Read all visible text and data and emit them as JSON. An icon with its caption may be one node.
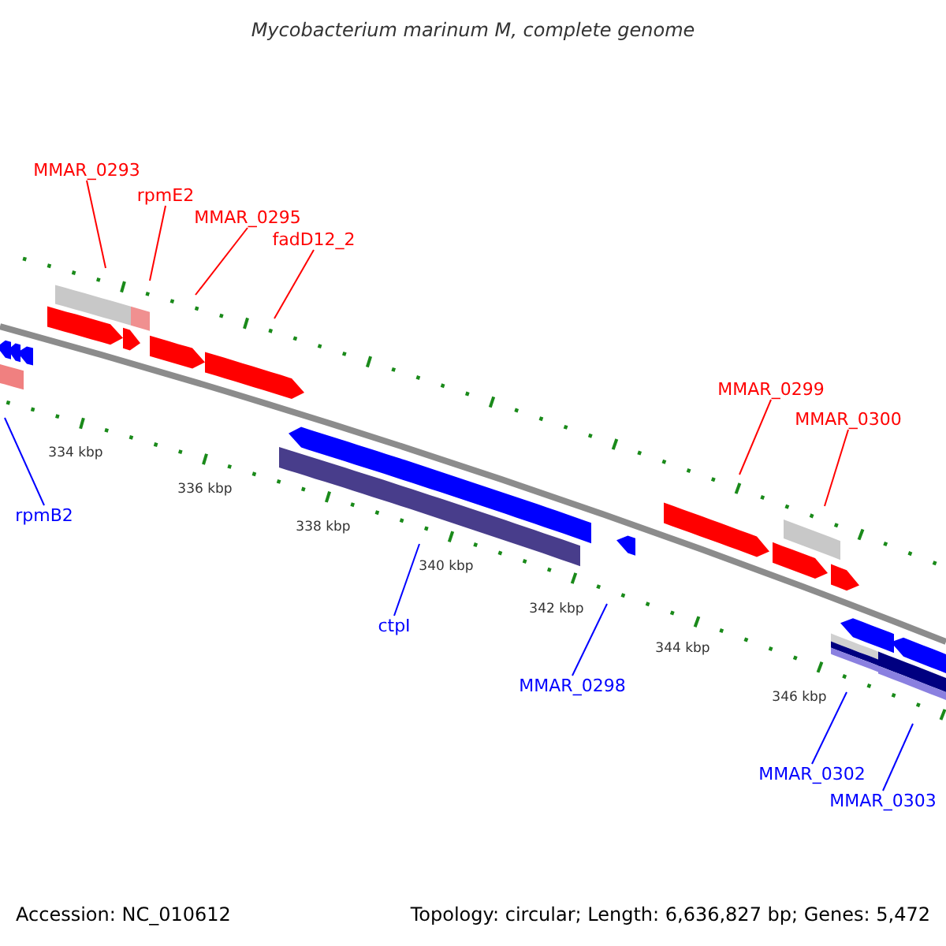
{
  "diagram": {
    "title": "Mycobacterium marinum M, complete genome",
    "nodes": [
      {
        "text": [
          "MMAR_0293"
        ]
      },
      {
        "text": [
          "rpmE2"
        ]
      },
      {
        "text": [
          "MMAR_0295"
        ]
      },
      {
        "text": [
          "fadD12_2"
        ]
      },
      {
        "text": [
          "MMAR_0299"
        ]
      },
      {
        "text": [
          "MMAR_0300"
        ]
      },
      {
        "text": [
          "rpmB2"
        ]
      },
      {
        "text": [
          "ctpI"
        ]
      },
      {
        "text": [
          "MMAR_0298"
        ]
      },
      {
        "text": [
          "MMAR_0302"
        ]
      },
      {
        "text": [
          "MMAR_0303"
        ]
      }
    ],
    "edges": [
      {
        "from": 0,
        "to": null,
        "arrow": "none"
      },
      {
        "from": 1,
        "to": null,
        "arrow": "none"
      },
      {
        "from": 2,
        "to": null,
        "arrow": "none"
      },
      {
        "from": 3,
        "to": null,
        "arrow": "none"
      },
      {
        "from": 4,
        "to": null,
        "arrow": "none"
      },
      {
        "from": 5,
        "to": null,
        "arrow": "none"
      },
      {
        "from": 6,
        "to": null,
        "arrow": "none",
        "color": "#0000ff"
      },
      {
        "from": 7,
        "to": null,
        "arrow": "none",
        "color": "#0000ff"
      },
      {
        "from": 8,
        "to": null,
        "arrow": "none",
        "color": "#0000ff"
      },
      {
        "from": 9,
        "to": null,
        "arrow": "none",
        "color": "#0000ff"
      },
      {
        "from": 10,
        "to": null,
        "arrow": "none",
        "color": "#0000ff"
      }
    ],
    "labels": [
      "334 kbp",
      "336 kbp",
      "338 kbp",
      "340 kbp",
      "342 kbp",
      "344 kbp",
      "346 kbp",
      "Accession: NC_010612",
      "Topology: circular; Length: 6,636,827 bp; Genes: 5,472"
    ]
  }
}
